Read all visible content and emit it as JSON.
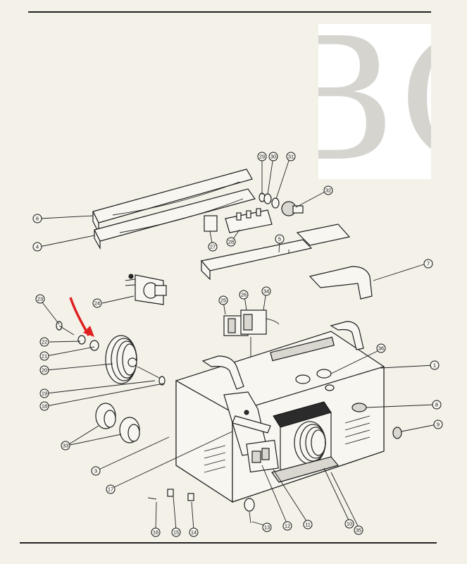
{
  "figure": {
    "watermark_text": "BO",
    "callouts": [
      "1",
      "3",
      "4",
      "5",
      "6",
      "7",
      "8",
      "9",
      "10",
      "11",
      "12",
      "13",
      "14",
      "15",
      "16",
      "17",
      "18",
      "19",
      "20",
      "21",
      "22",
      "23",
      "24",
      "25",
      "26",
      "27",
      "28",
      "29",
      "30",
      "31",
      "32",
      "33",
      "34",
      "35",
      "36"
    ]
  },
  "colors": {
    "ink": "#1e1e1e",
    "paper": "#f3f1e8",
    "watermark": "#d5d4cf",
    "highlight_arrow": "#e02020"
  }
}
